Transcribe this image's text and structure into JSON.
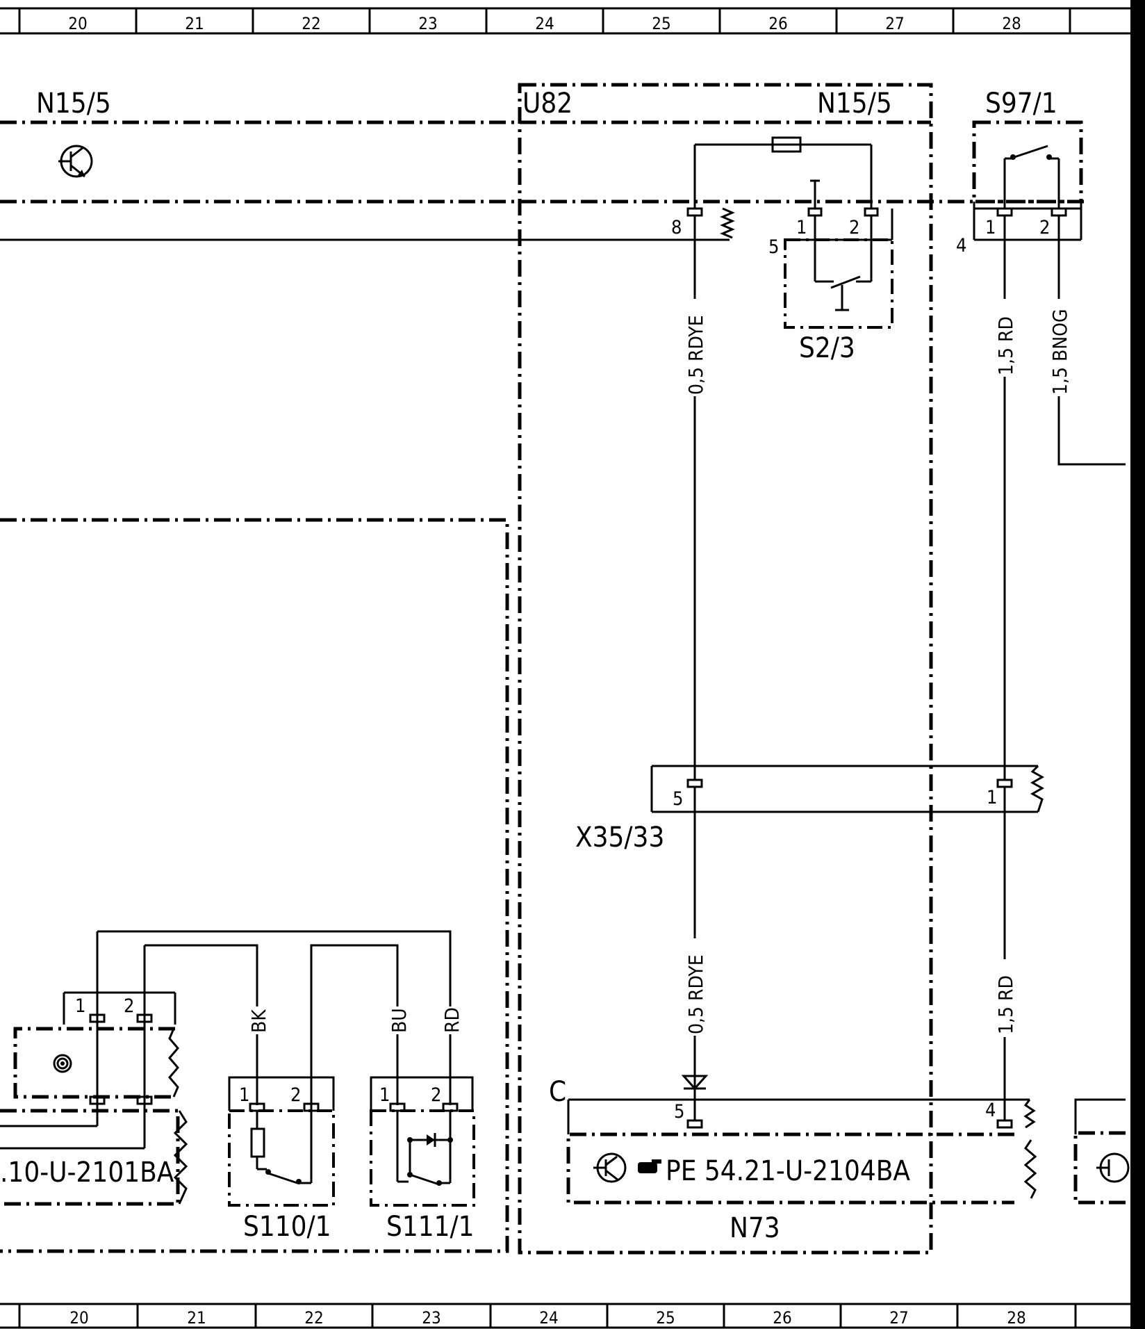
{
  "grid_columns": [
    "20",
    "21",
    "22",
    "23",
    "24",
    "25",
    "26",
    "27",
    "28"
  ],
  "components": {
    "n15_5_left": "N15/5",
    "u82": "U82",
    "n15_5_right": "N15/5",
    "s97_1": "S97/1",
    "s2_3": "S2/3",
    "x35_33": "X35/33",
    "s110_1": "S110/1",
    "s111_1": "S111/1",
    "n73": "N73",
    "ref_left": ".10-U-2101BA",
    "ref_n73": "PE  54.21-U-2104BA",
    "connector_c": "C"
  },
  "pins": {
    "p8": "8",
    "p5_s23": "5",
    "p1_s23": "1",
    "p2_s23": "2",
    "p4_s97": "4",
    "p1_s97": "1",
    "p2_s97": "2",
    "p5_x35": "5",
    "p1_x35": "1",
    "p5_n73": "5",
    "p4_n73": "4",
    "p1_left": "1",
    "p2_left": "2",
    "p1_s110": "1",
    "p2_s110": "2",
    "p1_s111": "1",
    "p2_s111": "2"
  },
  "wires": {
    "w_rdye_top": "0,5 RDYE",
    "w_rd_top": "1,5 RD",
    "w_bnog": "1,5 BNOG",
    "w_rdye_bot": "0,5 RDYE",
    "w_rd_bot": "1,5 RD",
    "w_bk": "BK",
    "w_bu": "BU",
    "w_rd_small": "RD"
  },
  "icons": [
    "transistor-icon",
    "spiral-icon",
    "hand-pointer-icon",
    "ground-triangle-icon",
    "diode-icon",
    "resistor-icon",
    "switch-icon"
  ]
}
